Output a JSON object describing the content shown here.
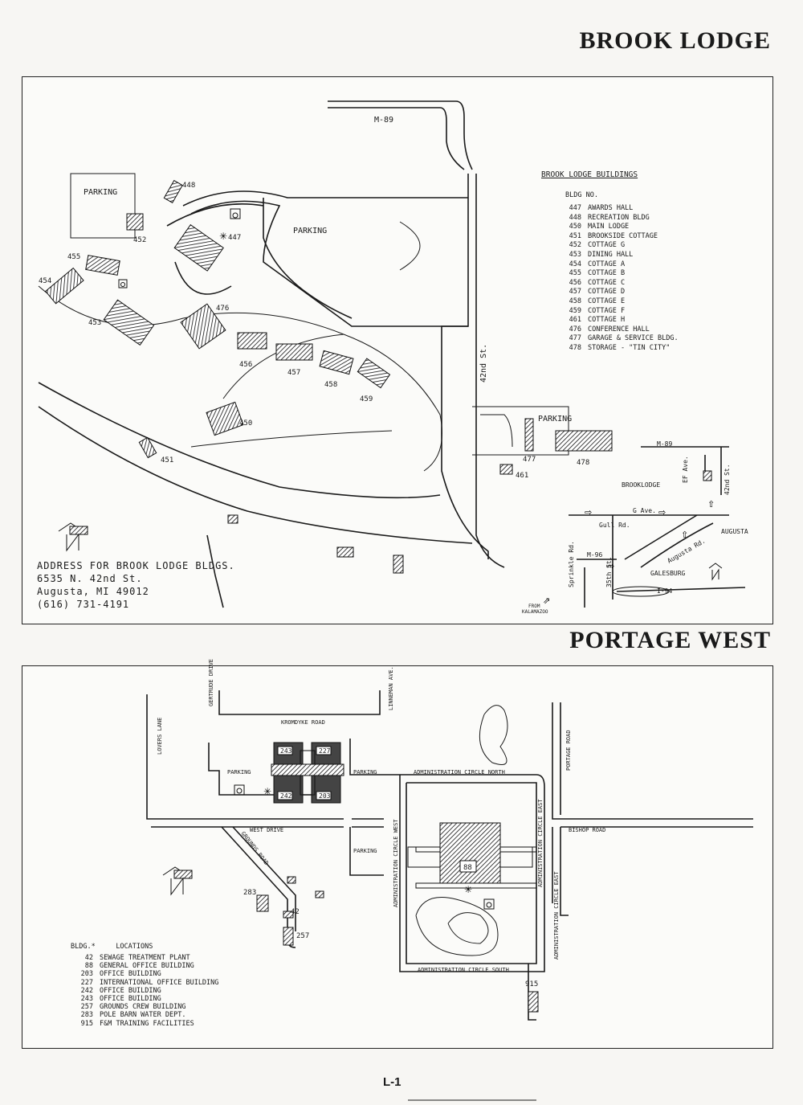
{
  "page": {
    "title_top": "BROOK LODGE",
    "title_bottom": "PORTAGE WEST",
    "page_number": "L-1"
  },
  "brook_lodge": {
    "roads": {
      "m89": "M-89",
      "st42": "42nd St.",
      "parking": "PARKING"
    },
    "building_labels": [
      "447",
      "448",
      "450",
      "451",
      "452",
      "453",
      "454",
      "455",
      "456",
      "457",
      "458",
      "459",
      "461",
      "476",
      "477",
      "478"
    ],
    "legend_title": "BROOK LODGE BUILDINGS",
    "legend_header": "BLDG NO.",
    "legend": [
      {
        "no": "447",
        "name": "AWARDS HALL"
      },
      {
        "no": "448",
        "name": "RECREATION BLDG"
      },
      {
        "no": "450",
        "name": "MAIN LODGE"
      },
      {
        "no": "451",
        "name": "BROOKSIDE COTTAGE"
      },
      {
        "no": "452",
        "name": "COTTAGE G"
      },
      {
        "no": "453",
        "name": "DINING HALL"
      },
      {
        "no": "454",
        "name": "COTTAGE A"
      },
      {
        "no": "455",
        "name": "COTTAGE B"
      },
      {
        "no": "456",
        "name": "COTTAGE C"
      },
      {
        "no": "457",
        "name": "COTTAGE D"
      },
      {
        "no": "458",
        "name": "COTTAGE E"
      },
      {
        "no": "459",
        "name": "COTTAGE F"
      },
      {
        "no": "461",
        "name": "COTTAGE H"
      },
      {
        "no": "476",
        "name": "CONFERENCE HALL"
      },
      {
        "no": "477",
        "name": "GARAGE & SERVICE BLDG."
      },
      {
        "no": "478",
        "name": "STORAGE - \"TIN CITY\""
      }
    ],
    "address": [
      "ADDRESS FOR BROOK LODGE BLDGS.",
      "6535 N. 42nd St.",
      "Augusta, MI 49012",
      "(616) 731-4191"
    ],
    "inset": {
      "m89": "M-89",
      "ef_ave": "EF Ave.",
      "st42": "42nd St.",
      "brooklodge": "BROOKLODGE",
      "g_ave": "G Ave.",
      "gull_rd": "Gull Rd.",
      "augusta": "AUGUSTA",
      "augusta_rd": "Augusta Rd.",
      "m96": "M-96",
      "sprinkle_rd": "Sprinkle Rd.",
      "st35": "35th St.",
      "galesburg": "GALESBURG",
      "i94": "I-94",
      "from": "FROM",
      "kalamazoo": "KALAMAZOO"
    }
  },
  "portage_west": {
    "roads": {
      "gertrude": "GERTRUDE DRIVE",
      "linneman": "LINNEMAN AVE.",
      "kromdyke": "KROMDYKE ROAD",
      "lovers": "LOVERS LANE",
      "portage": "PORTAGE ROAD",
      "admin_north": "ADMINISTRATION CIRCLE NORTH",
      "admin_east": "ADMINISTRATION CIRCLE EAST",
      "admin_west": "ADMINISTRATION CIRCLE WEST",
      "admin_south": "ADMINISTRATION CIRCLE SOUTH",
      "bishop": "BISHOP ROAD",
      "west_drive": "WEST DRIVE",
      "grounds": "GROUNDS ROAD",
      "parking": "PARKING"
    },
    "building_labels": [
      "243",
      "227",
      "242",
      "203",
      "88",
      "283",
      "42",
      "257",
      "915"
    ],
    "legend_header_bldg": "BLDG.*",
    "legend_header_loc": "LOCATIONS",
    "legend": [
      {
        "no": "42",
        "name": "SEWAGE TREATMENT PLANT"
      },
      {
        "no": "88",
        "name": "GENERAL OFFICE BUILDING"
      },
      {
        "no": "203",
        "name": "OFFICE BUILDING"
      },
      {
        "no": "227",
        "name": "INTERNATIONAL OFFICE BUILDING"
      },
      {
        "no": "242",
        "name": "OFFICE BUILDING"
      },
      {
        "no": "243",
        "name": "OFFICE BUILDING"
      },
      {
        "no": "257",
        "name": "GROUNDS CREW BUILDING"
      },
      {
        "no": "283",
        "name": "POLE BARN WATER DEPT."
      },
      {
        "no": "915",
        "name": "F&M TRAINING FACILITIES"
      }
    ]
  },
  "colors": {
    "ink": "#1a1a1a",
    "paper": "#f7f6f3",
    "building_fill": "#444444"
  },
  "icons": [
    "north-arrow-icon",
    "accessibility-icon",
    "entrance-star-icon",
    "direction-arrow-icon"
  ]
}
